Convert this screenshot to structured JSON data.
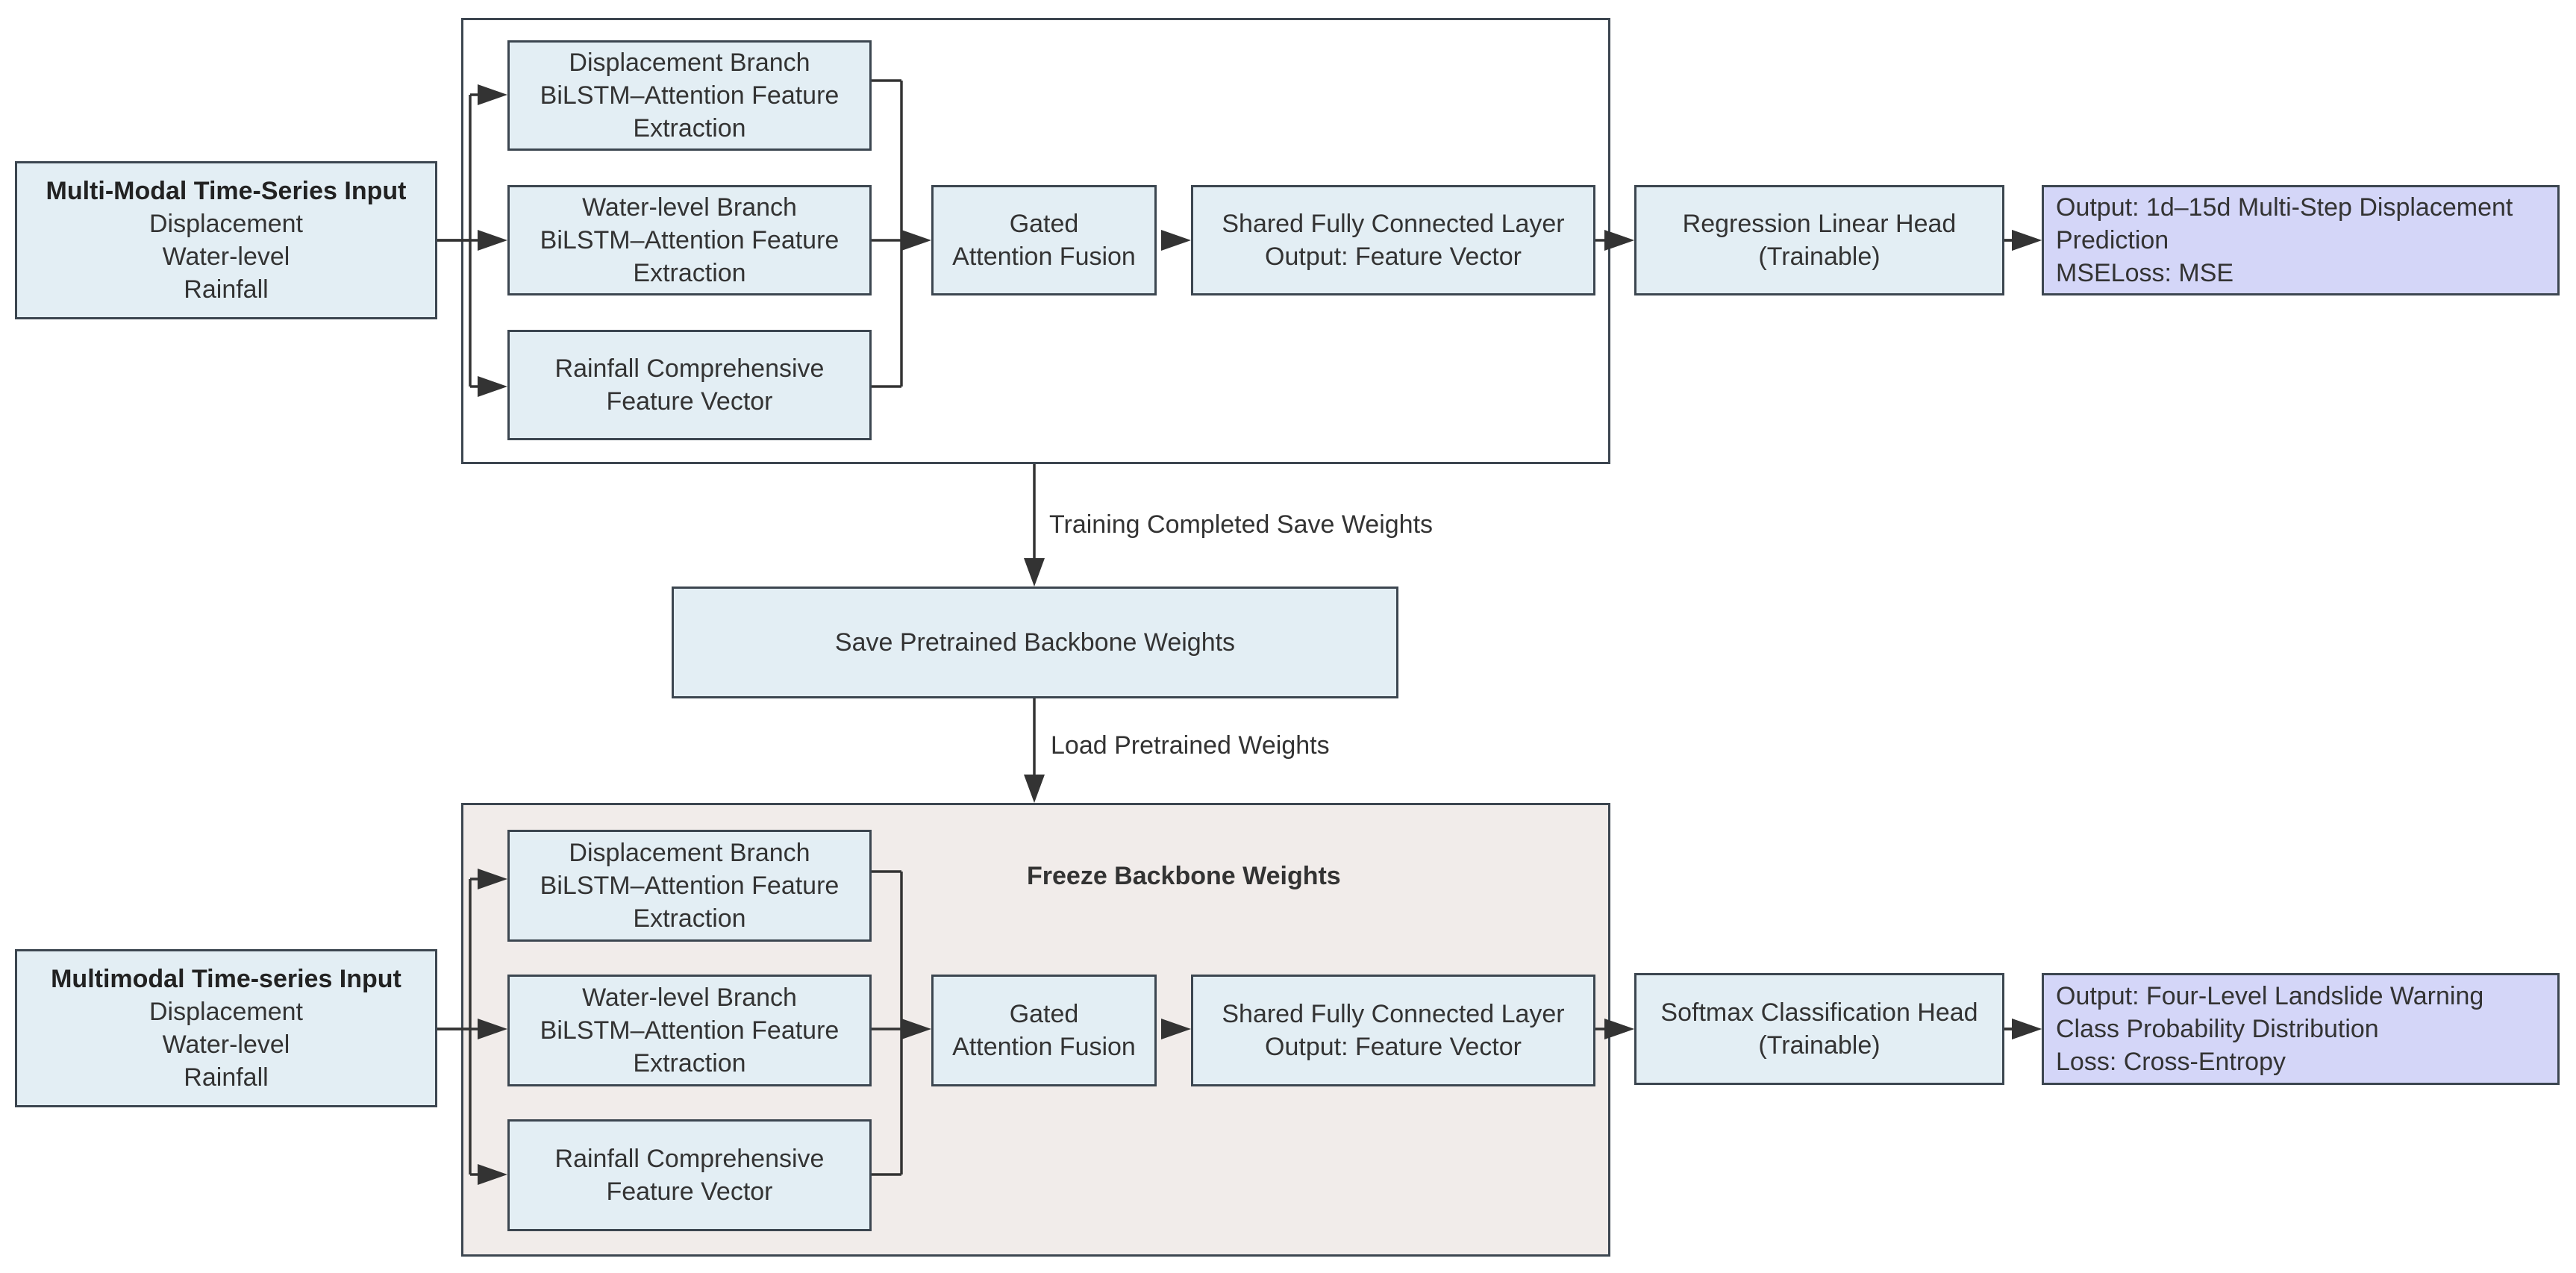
{
  "top": {
    "input": {
      "title": "Multi-Modal Time-Series Input",
      "lines": [
        "Displacement",
        "Water-level",
        "Rainfall"
      ]
    },
    "displacement_branch": [
      "Displacement Branch",
      "BiLSTM–Attention Feature",
      "Extraction"
    ],
    "waterlevel_branch": [
      "Water-level Branch",
      "BiLSTM–Attention Feature",
      "Extraction"
    ],
    "rainfall_branch": [
      "Rainfall Comprehensive",
      "Feature Vector"
    ],
    "fusion": [
      "Gated",
      "Attention Fusion"
    ],
    "shared_fc": [
      "Shared Fully Connected Layer",
      "Output: Feature Vector"
    ],
    "head": [
      "Regression Linear Head",
      "(Trainable)"
    ],
    "output": [
      "Output: 1d–15d Multi-Step Displacement",
      "Prediction",
      "MSELoss: MSE"
    ]
  },
  "middle": {
    "edge1_label": "Training Completed Save Weights",
    "save_node": "Save Pretrained Backbone Weights",
    "edge2_label": "Load Pretrained Weights"
  },
  "bottom": {
    "group_label": "Freeze Backbone Weights",
    "input": {
      "title": "Multimodal Time-series Input",
      "lines": [
        "Displacement",
        "Water-level",
        "Rainfall"
      ]
    },
    "displacement_branch": [
      "Displacement Branch",
      "BiLSTM–Attention Feature",
      "Extraction"
    ],
    "waterlevel_branch": [
      "Water-level Branch",
      "BiLSTM–Attention Feature",
      "Extraction"
    ],
    "rainfall_branch": [
      "Rainfall Comprehensive",
      "Feature Vector"
    ],
    "fusion": [
      "Gated",
      "Attention Fusion"
    ],
    "shared_fc": [
      "Shared Fully Connected Layer",
      "Output: Feature Vector"
    ],
    "head": [
      "Softmax Classification Head",
      "(Trainable)"
    ],
    "output": [
      "Output: Four-Level Landslide Warning",
      "Class Probability Distribution",
      "Loss: Cross-Entropy"
    ]
  },
  "colors": {
    "node_fill": "#e3eef4",
    "output_fill": "#d4d6f8",
    "frozen_group_fill": "#f1ecea",
    "stroke": "#3c4650"
  }
}
